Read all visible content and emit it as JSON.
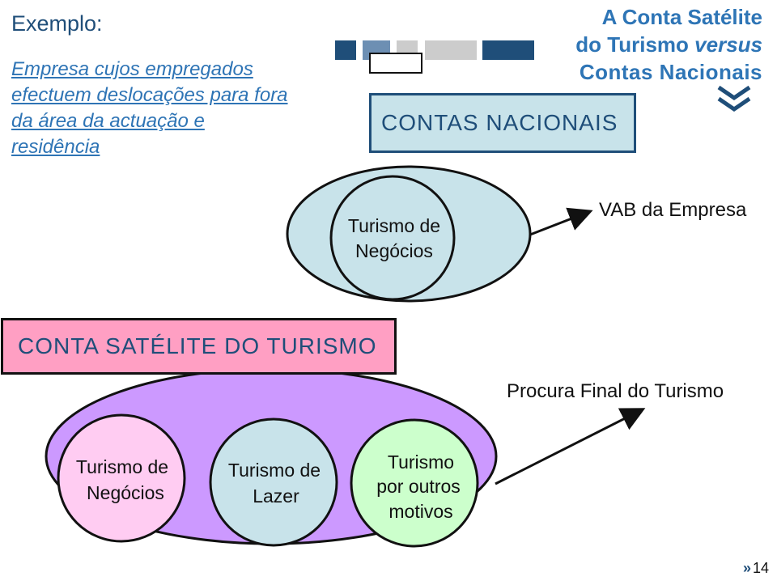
{
  "example": {
    "label": "Exemplo:",
    "text": "Empresa cujos empregados efectuem deslocações para fora da área da actuação e residência"
  },
  "title": {
    "line1": "A Conta Satélite",
    "line2_prefix": "do Turismo ",
    "line2_italic": "versus",
    "line3": "Contas Nacionais"
  },
  "contas_nacionais": {
    "box_label": "CONTAS NACIONAIS",
    "inner_circle_line1": "Turismo de",
    "inner_circle_line2": "Negócios",
    "arrow_target": "VAB da Empresa"
  },
  "conta_satelite": {
    "box_label": "CONTA SATÉLITE DO TURISMO",
    "arrow_target": "Procura Final do Turismo",
    "circles": [
      {
        "line1": "Turismo de",
        "line2": "Negócios",
        "line3": ""
      },
      {
        "line1": "Turismo de",
        "line2": "Lazer",
        "line3": ""
      },
      {
        "line1": "Turismo",
        "line2": "por outros",
        "line3": "motivos"
      }
    ]
  },
  "colors": {
    "navy": "#1f4e79",
    "accent_blue": "#2e75b6",
    "light_blue_fill": "#c8e3ea",
    "pink_fill": "#ff9fc3",
    "purple_fill": "#cc99ff",
    "light_pink_fill": "#ffccf2",
    "light_green_fill": "#ccffcc"
  },
  "footer": {
    "page_number": "14",
    "chevron": "»"
  }
}
